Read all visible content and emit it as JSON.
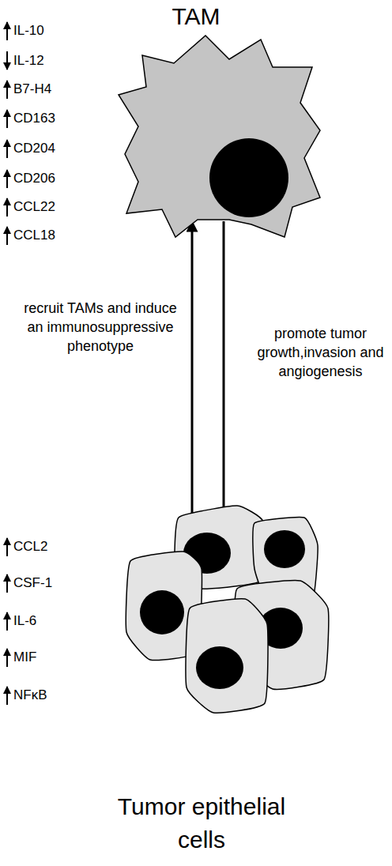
{
  "diagram": {
    "nodes": [
      {
        "text": [
          "TAM"
        ]
      },
      {
        "text": [
          "Tumor epithelial cells"
        ]
      }
    ],
    "edges": [
      {
        "from": 1,
        "to": 0,
        "arrow": "to",
        "label": "recruit TAMs and induce an immunosuppressive phenotype"
      },
      {
        "from": 0,
        "to": 1,
        "arrow": "to",
        "label": "promote tumor growth,invasion and angiogenesis"
      }
    ],
    "labels": [
      "IL-10",
      "IL-12",
      "B7-H4",
      "CD163",
      "CD204",
      "CD206",
      "CCL22",
      "CCL18",
      "CCL2",
      "CSF-1",
      "IL-6",
      "MIF",
      "NFκB"
    ]
  }
}
